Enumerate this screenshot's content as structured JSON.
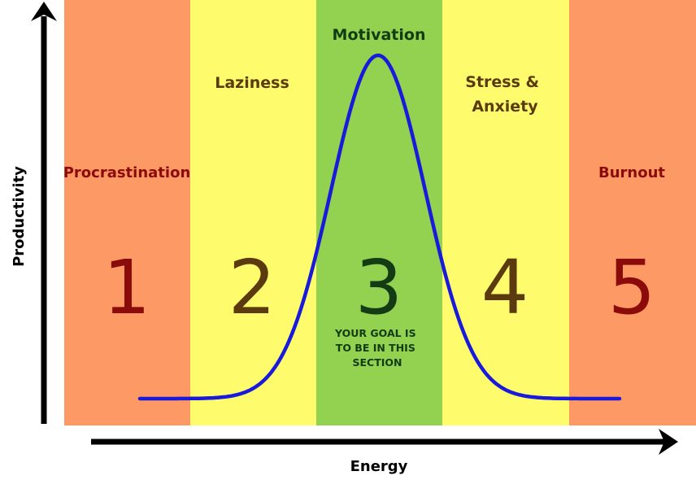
{
  "axes": {
    "y_label": "Productivity",
    "x_label": "Energy"
  },
  "zones": [
    {
      "number": "1",
      "name_lines": [
        "Procrastination"
      ],
      "fill": "#FD9965",
      "text_color": "#8B0A0A"
    },
    {
      "number": "2",
      "name_lines": [
        "Laziness"
      ],
      "fill": "#FEFC6D",
      "text_color": "#5A3A0E"
    },
    {
      "number": "3",
      "name_lines": [
        "Motivation"
      ],
      "fill": "#93D151",
      "text_color": "#133C14",
      "goal_lines": [
        "YOUR GOAL IS",
        "TO BE IN THIS",
        "SECTION"
      ]
    },
    {
      "number": "4",
      "name_lines": [
        "Stress &",
        "Anxiety"
      ],
      "fill": "#FEFC6D",
      "text_color": "#5A3A0E"
    },
    {
      "number": "5",
      "name_lines": [
        "Burnout"
      ],
      "fill": "#FD9965",
      "text_color": "#8B0A0A"
    }
  ],
  "curve": {
    "color": "#1A1ADB",
    "shape": "bell"
  },
  "axis_color": "#000000"
}
